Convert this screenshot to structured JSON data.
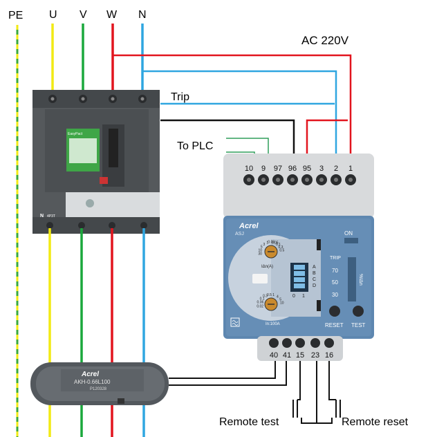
{
  "phase_labels": [
    "PE",
    "U",
    "V",
    "W",
    "N"
  ],
  "supply_label": "AC 220V",
  "trip_label": "Trip",
  "plc_label": "To PLC",
  "remote_test_label": "Remote test",
  "remote_reset_label": "Remote reset",
  "top_terminals": [
    "10",
    "9",
    "97",
    "96",
    "95",
    "3",
    "2",
    "1"
  ],
  "bottom_terminals": [
    "40",
    "41",
    "15",
    "23",
    "16"
  ],
  "relay": {
    "brand": "Acrel",
    "model": "ASJ",
    "status_on": "ON",
    "trip": "TRIP",
    "trip_scale": [
      "70",
      "50",
      "30"
    ],
    "trip_unit": "%IΔn",
    "dial_label": "IΔn(A)",
    "dip_letters": [
      "A",
      "B",
      "C",
      "D"
    ],
    "dip_values": [
      "0",
      "1"
    ],
    "dial_ratings_top": [
      "30",
      "10",
      "5",
      "3",
      "1",
      "0.03",
      "0.05",
      "0.1",
      "0.3",
      "0.5"
    ],
    "dial_ratings_bottom": [
      "0.02",
      "0.06",
      "0.1",
      "0.3",
      "0.5",
      "1",
      "4",
      "5",
      "10"
    ],
    "note": "In:100A",
    "reset_button": "RESET",
    "test_button": "TEST"
  },
  "breaker": {
    "brand": "EasyPact",
    "bottom_mark": "N",
    "model": "4P3T"
  },
  "ct": {
    "brand": "Acrel",
    "model": "AKH-0.66L100",
    "serial": "P120328"
  },
  "colors": {
    "U": "#f2ea14",
    "V": "#1aa83c",
    "W": "#e2141e",
    "N": "#2fa6e0",
    "PE_yellow": "#f2ea14",
    "PE_green": "#3aa83c",
    "control_wire": "#111111",
    "plc_wire": "#2e9e5a",
    "relay_panel": "#5e87b0"
  }
}
